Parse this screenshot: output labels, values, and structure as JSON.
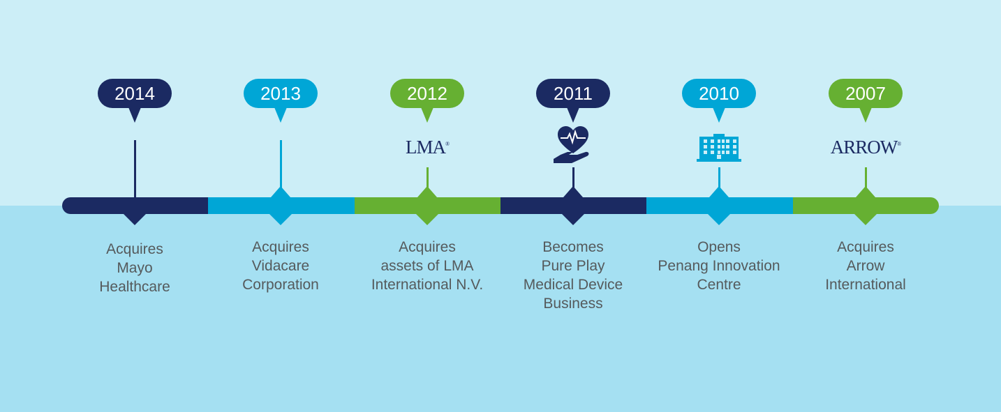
{
  "colors": {
    "navy": "#1b2a62",
    "blue": "#00a6d6",
    "green": "#66b032",
    "text": "#555a5c"
  },
  "events": [
    {
      "year": "2014",
      "color": "navy",
      "lines": [
        "Acquires",
        "Mayo",
        "Healthcare"
      ],
      "marker": "none"
    },
    {
      "year": "2013",
      "color": "blue",
      "lines": [
        "Acquires",
        "Vidacare",
        "Corporation"
      ],
      "marker": "none"
    },
    {
      "year": "2012",
      "color": "green",
      "lines": [
        "Acquires",
        "assets of LMA",
        "International N.V."
      ],
      "marker": "lma-logo",
      "logo_text": "LMA",
      "logo_mark": "®"
    },
    {
      "year": "2011",
      "color": "navy",
      "lines": [
        "Becomes",
        "Pure Play",
        "Medical Device",
        "Business"
      ],
      "marker": "heart-hand-icon"
    },
    {
      "year": "2010",
      "color": "blue",
      "lines": [
        "Opens",
        "Penang Innovation",
        "Centre"
      ],
      "marker": "building-icon"
    },
    {
      "year": "2007",
      "color": "green",
      "lines": [
        "Acquires",
        "Arrow",
        "International"
      ],
      "marker": "arrow-logo",
      "logo_text": "ARROW",
      "logo_mark": "®"
    }
  ]
}
